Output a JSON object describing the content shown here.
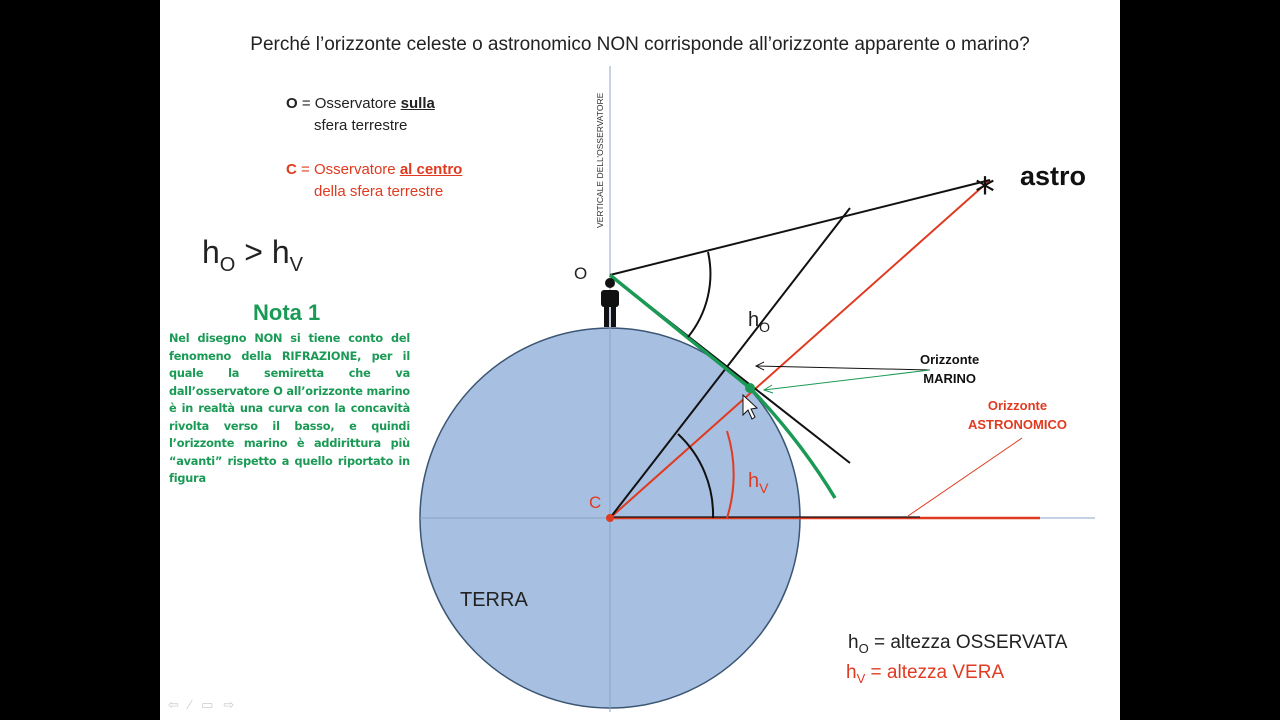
{
  "title": "Perché l’orizzonte celeste o astronomico NON corrisponde all’orizzonte apparente o marino?",
  "legend": {
    "o_letter": "O",
    "o_text": " = Osservatore ",
    "o_emph": "sulla",
    "o_line2": "sfera terrestre",
    "c_letter": "C",
    "c_text": " = Osservatore ",
    "c_emph": "al centro",
    "c_line2": "della sfera terrestre"
  },
  "comparison": {
    "h1": "h",
    "s1": "O",
    "op": " > ",
    "h2": "h",
    "s2": "V"
  },
  "nota": {
    "title": "Nota 1",
    "body": "Nel disegno NON si tiene conto del fenomeno della RIFRAZIONE, per il quale la semiretta che va dall’osservatore O all’orizzonte marino è in realtà una curva con la concavità rivolta verso il basso, e quindi l’orizzonte marino è addirittura più “avanti” rispetto a quello riportato in figura"
  },
  "diagram": {
    "vertical_label": "VERTICALE DELL’OSSERVATORE",
    "point_o": "O",
    "point_c": "C",
    "astro": "astro",
    "astro_symbol": "*",
    "ho_h": "h",
    "ho_sub": "O",
    "hv_h": "h",
    "hv_sub": "V",
    "marino_line1": "Orizzonte",
    "marino_line2": "MARINO",
    "astro_hz_line1": "Orizzonte",
    "astro_hz_line2": "ASTRONOMICO",
    "terra": "TERRA",
    "colors": {
      "earth": "#a7bfe0",
      "red": "#e03a20",
      "green": "#1a9a55",
      "black": "#111111"
    }
  },
  "definitions": {
    "ho_h": "h",
    "ho_sub": "O",
    "ho_text": " = altezza OSSERVATA",
    "hv_h": "h",
    "hv_sub": "V",
    "hv_text": " = altezza VERA"
  },
  "nav": [
    "⇦",
    "⁄",
    "▭",
    "⇨"
  ]
}
